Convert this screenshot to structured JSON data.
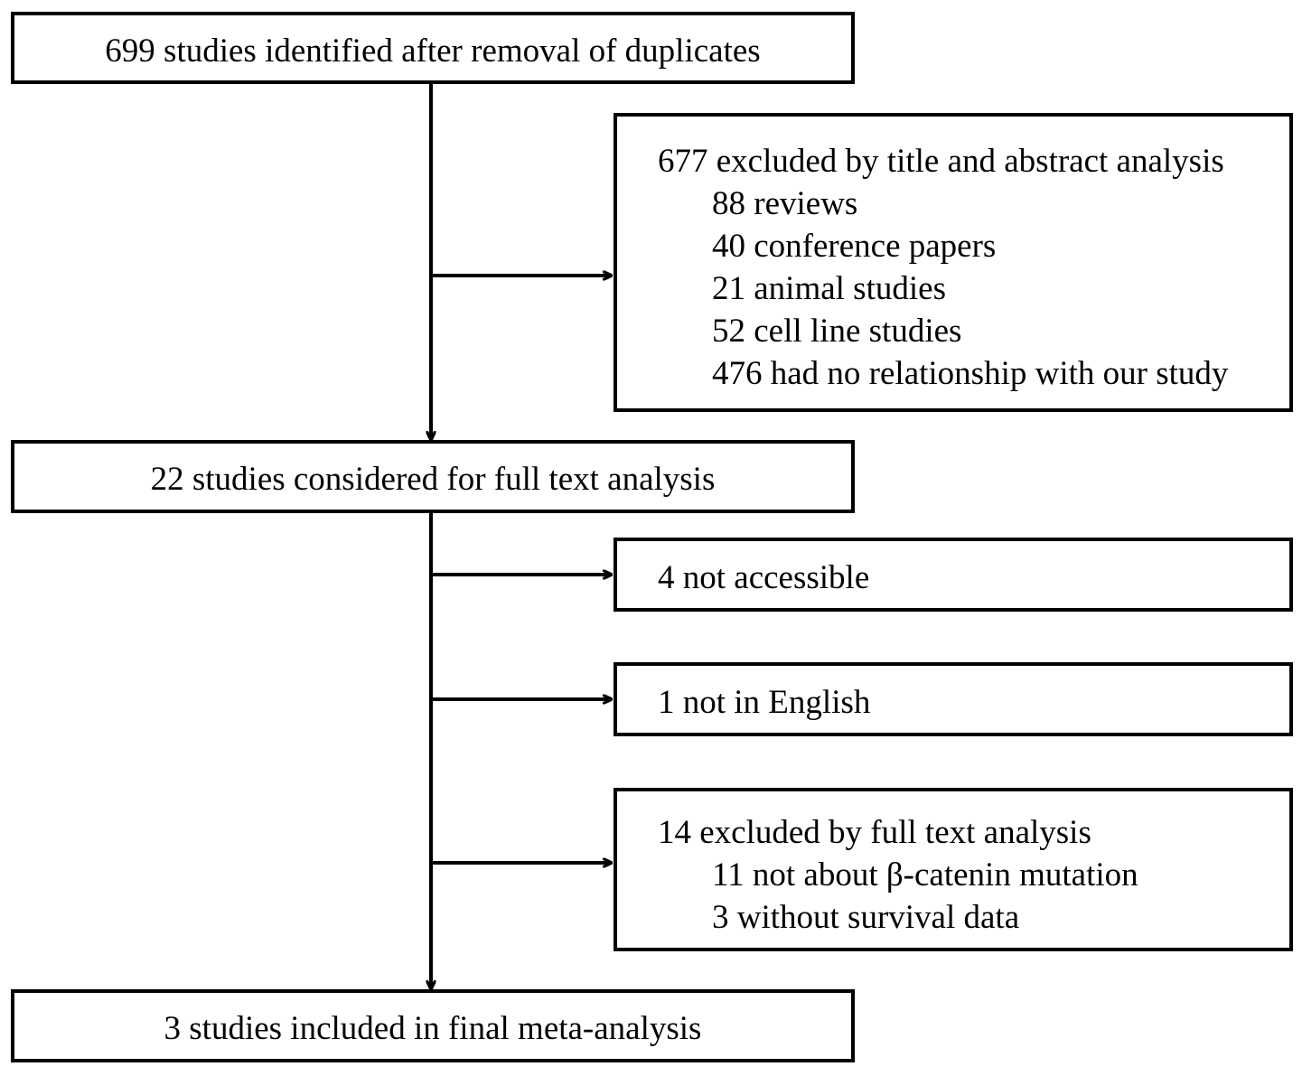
{
  "diagram": {
    "type": "prisma-flow-diagram",
    "orientation": "vertical",
    "colors": {
      "background": "#ffffff",
      "stroke": "#000000",
      "text": "#000000"
    },
    "nodes": {
      "identified": {
        "label": "699 studies identified after removal of duplicates",
        "count": 699
      },
      "excluded_title_abstract": {
        "header": "677 excluded by title and abstract analysis",
        "count": 677,
        "reasons": [
          "88 reviews",
          "40 conference papers",
          "21 animal studies",
          "52 cell line studies",
          "476 had no relationship with our study"
        ]
      },
      "full_text_considered": {
        "label": "22 studies considered for full text analysis",
        "count": 22
      },
      "not_accessible": {
        "label": "4 not accessible",
        "count": 4
      },
      "not_english": {
        "label": "1 not in English",
        "count": 1
      },
      "excluded_full_text": {
        "header": "14 excluded by full text analysis",
        "count": 14,
        "reasons": [
          "11 not about β-catenin mutation",
          "3 without survival data"
        ]
      },
      "included": {
        "label": "3 studies included in final meta-analysis",
        "count": 3
      }
    },
    "edges": [
      {
        "from": "identified",
        "to": "excluded_title_abstract",
        "direction": "right"
      },
      {
        "from": "identified",
        "to": "full_text_considered",
        "direction": "down"
      },
      {
        "from": "full_text_considered",
        "to": "not_accessible",
        "direction": "right"
      },
      {
        "from": "full_text_considered",
        "to": "not_english",
        "direction": "right"
      },
      {
        "from": "full_text_considered",
        "to": "excluded_full_text",
        "direction": "right"
      },
      {
        "from": "full_text_considered",
        "to": "included",
        "direction": "down"
      }
    ]
  }
}
